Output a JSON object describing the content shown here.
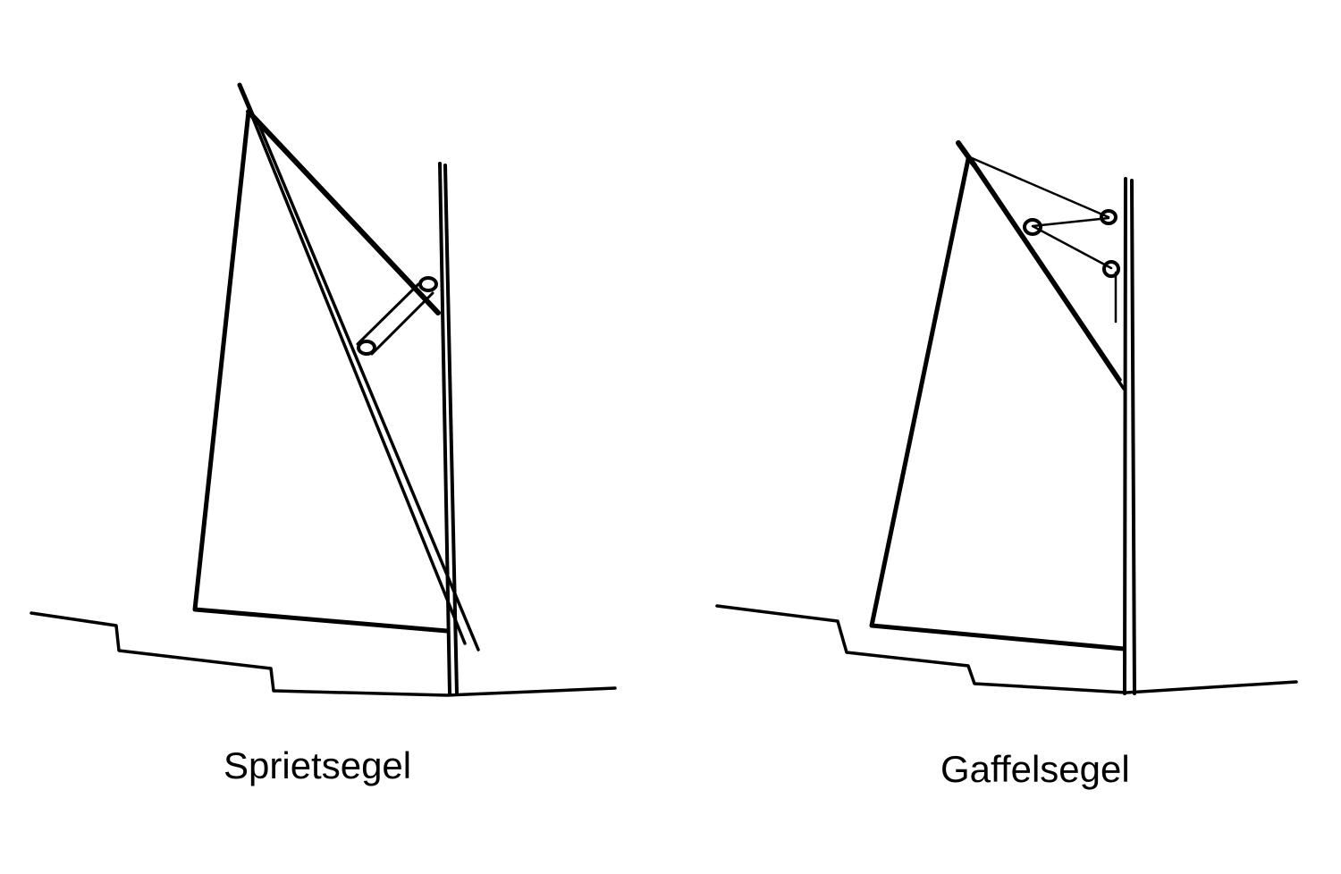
{
  "diagram": {
    "colors": {
      "ink": "#000000",
      "background": "#ffffff"
    },
    "figures": [
      {
        "id": "sprit-sail",
        "caption": "Sprietsegel"
      },
      {
        "id": "gaff-sail",
        "caption": "Gaffelsegel"
      }
    ]
  }
}
